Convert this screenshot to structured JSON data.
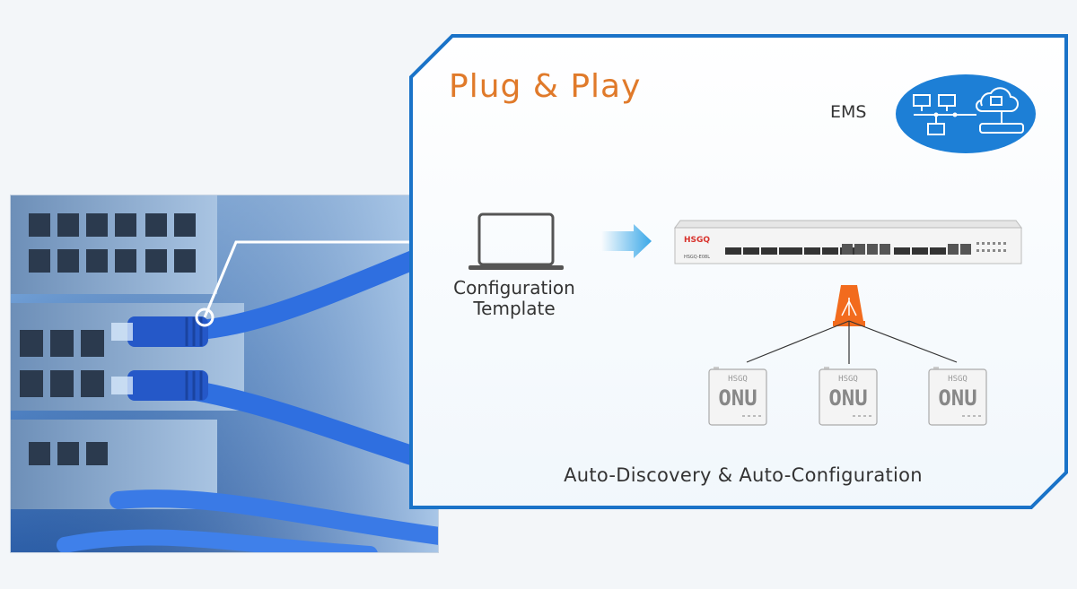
{
  "title": "Plug & Play",
  "ems": {
    "label": "EMS"
  },
  "config": {
    "line1": "Configuration",
    "line2": "Template"
  },
  "olt": {
    "brand": "HSGQ",
    "model": "HSGQ-E08L"
  },
  "onus": [
    {
      "brand": "HSGQ",
      "label": "ONU"
    },
    {
      "brand": "HSGQ",
      "label": "ONU"
    },
    {
      "brand": "HSGQ",
      "label": "ONU"
    }
  ],
  "caption": "Auto-Discovery & Auto-Configuration",
  "colors": {
    "accent": "#e07a2a",
    "border": "#1a73c8",
    "cloud": "#1d7fd6",
    "arrow": "#3aa8e8",
    "splitter": "#f26b1d"
  }
}
